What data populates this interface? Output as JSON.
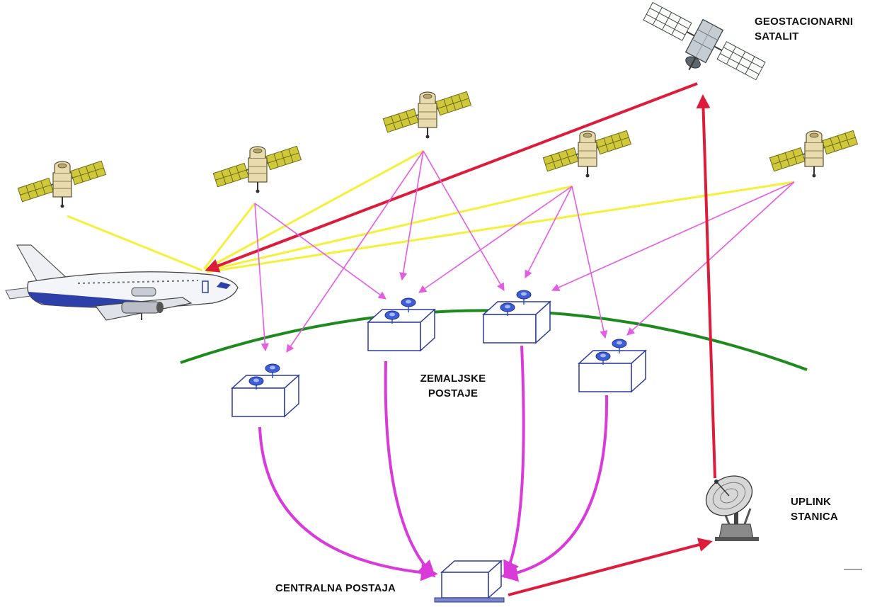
{
  "labels": {
    "geo_line1": "GEOSTACIONARNI",
    "geo_line2": "SATALIT",
    "ground_line1": "ZEMALJSKE",
    "ground_line2": "POSTAJE",
    "uplink_line1": "UPLINK",
    "uplink_line2": "STANICA",
    "central": "CENTRALNA POSTAJA"
  },
  "colors": {
    "satellite_to_aircraft": "#f5f03a",
    "satellite_to_ground": "#e35ce3",
    "ground_to_central": "#d93ad9",
    "geo_link": "#dc1c3a",
    "earth_curve": "#1e8a1e",
    "station_outline": "#2a3aa0",
    "antenna": "#2c4fc4",
    "solar_panel": "#c9c43a",
    "satellite_body": "#e8dcae"
  },
  "icons": {
    "gps_satellite": "satellite-icon",
    "geo_satellite": "geostationary-satellite-icon",
    "aircraft": "airplane-icon",
    "ground_station": "ground-station-icon",
    "central_station": "central-station-icon",
    "uplink_dish": "satellite-dish-icon"
  }
}
